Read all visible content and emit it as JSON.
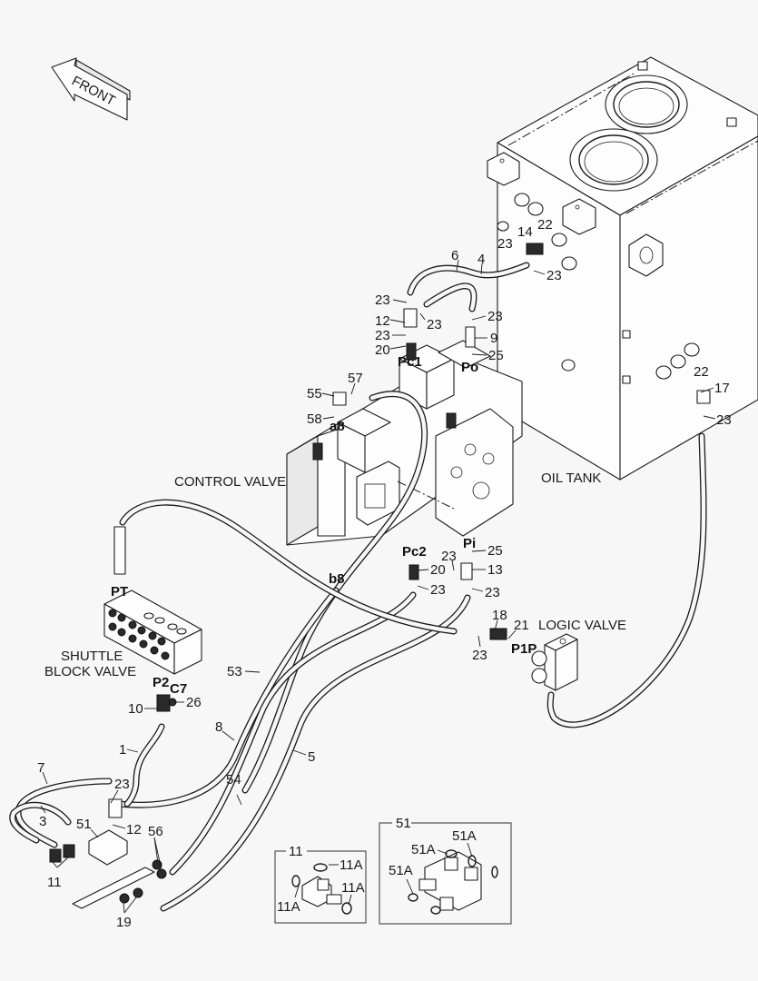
{
  "diagram": {
    "orientation_label": "FRONT",
    "components": {
      "oil_tank": "OIL TANK",
      "control_valve": "CONTROL VALVE",
      "shuttle_block_valve_line1": "SHUTTLE",
      "shuttle_block_valve_line2": "BLOCK VALVE",
      "logic_valve": "LOGIC VALVE"
    },
    "ports": {
      "pc1": "Pc1",
      "po": "Po",
      "a8": "a8",
      "b8": "b8",
      "pc2": "Pc2",
      "pi": "Pi",
      "pt": "PT",
      "p2": "P2",
      "c7": "C7",
      "p1p": "P1P"
    },
    "callouts": [
      {
        "id": "c-6",
        "text": "6"
      },
      {
        "id": "c-4",
        "text": "4"
      },
      {
        "id": "c-23a",
        "text": "23"
      },
      {
        "id": "c-14",
        "text": "14"
      },
      {
        "id": "c-22a",
        "text": "22"
      },
      {
        "id": "c-23b",
        "text": "23"
      },
      {
        "id": "c-23c",
        "text": "23"
      },
      {
        "id": "c-12a",
        "text": "12"
      },
      {
        "id": "c-23d",
        "text": "23"
      },
      {
        "id": "c-23e",
        "text": "23"
      },
      {
        "id": "c-20a",
        "text": "20"
      },
      {
        "id": "c-23f",
        "text": "23"
      },
      {
        "id": "c-9",
        "text": "9"
      },
      {
        "id": "c-25a",
        "text": "25"
      },
      {
        "id": "c-57",
        "text": "57"
      },
      {
        "id": "c-55",
        "text": "55"
      },
      {
        "id": "c-58",
        "text": "58"
      },
      {
        "id": "c-22b",
        "text": "22"
      },
      {
        "id": "c-17",
        "text": "17"
      },
      {
        "id": "c-23g",
        "text": "23"
      },
      {
        "id": "c-25b",
        "text": "25"
      },
      {
        "id": "c-23h",
        "text": "23"
      },
      {
        "id": "c-20b",
        "text": "20"
      },
      {
        "id": "c-13",
        "text": "13"
      },
      {
        "id": "c-23i",
        "text": "23"
      },
      {
        "id": "c-23j",
        "text": "23"
      },
      {
        "id": "c-18",
        "text": "18"
      },
      {
        "id": "c-21",
        "text": "21"
      },
      {
        "id": "c-23k",
        "text": "23"
      },
      {
        "id": "c-53",
        "text": "53"
      },
      {
        "id": "c-10",
        "text": "10"
      },
      {
        "id": "c-26",
        "text": "26"
      },
      {
        "id": "c-8",
        "text": "8"
      },
      {
        "id": "c-5",
        "text": "5"
      },
      {
        "id": "c-1",
        "text": "1"
      },
      {
        "id": "c-7",
        "text": "7"
      },
      {
        "id": "c-54",
        "text": "54"
      },
      {
        "id": "c-23l",
        "text": "23"
      },
      {
        "id": "c-3",
        "text": "3"
      },
      {
        "id": "c-51",
        "text": "51"
      },
      {
        "id": "c-12b",
        "text": "12"
      },
      {
        "id": "c-56",
        "text": "56"
      },
      {
        "id": "c-11",
        "text": "11"
      },
      {
        "id": "c-19",
        "text": "19"
      }
    ],
    "detail_boxes": [
      {
        "title": "11",
        "labels": [
          "11A",
          "11A",
          "11A"
        ]
      },
      {
        "title": "51",
        "labels": [
          "51A",
          "51A",
          "51A"
        ]
      }
    ]
  }
}
